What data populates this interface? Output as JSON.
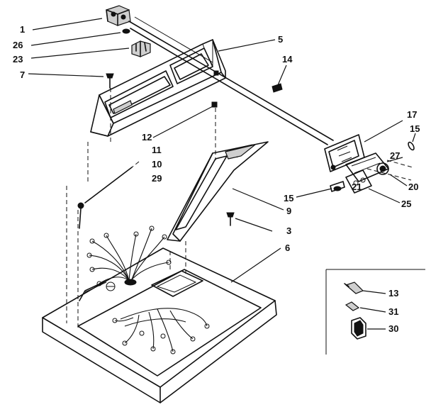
{
  "diagram": {
    "callouts": [
      {
        "id": "c1",
        "text": "1"
      },
      {
        "id": "c26",
        "text": "26"
      },
      {
        "id": "c23",
        "text": "23"
      },
      {
        "id": "c7",
        "text": "7"
      },
      {
        "id": "c5",
        "text": "5"
      },
      {
        "id": "c14",
        "text": "14"
      },
      {
        "id": "c12",
        "text": "12"
      },
      {
        "id": "c11",
        "text": "11"
      },
      {
        "id": "c10",
        "text": "10"
      },
      {
        "id": "c29",
        "text": "29"
      },
      {
        "id": "c17",
        "text": "17"
      },
      {
        "id": "c15a",
        "text": "15"
      },
      {
        "id": "c27",
        "text": "27"
      },
      {
        "id": "c20",
        "text": "20"
      },
      {
        "id": "c21",
        "text": "21"
      },
      {
        "id": "c25",
        "text": "25"
      },
      {
        "id": "c15b",
        "text": "15"
      },
      {
        "id": "c9",
        "text": "9"
      },
      {
        "id": "c3",
        "text": "3"
      },
      {
        "id": "c6",
        "text": "6"
      },
      {
        "id": "c13",
        "text": "13"
      },
      {
        "id": "c31",
        "text": "31"
      },
      {
        "id": "c30",
        "text": "30"
      }
    ]
  }
}
